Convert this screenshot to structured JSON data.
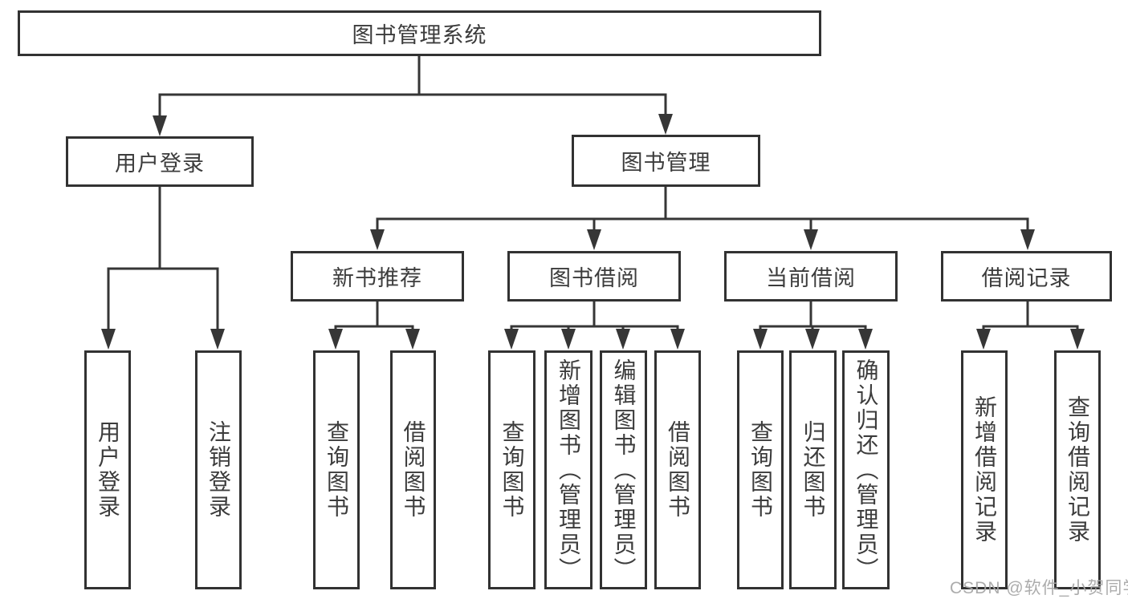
{
  "colors": {
    "background": "#ffffff",
    "box_border": "#323232",
    "connector_line": "#363636",
    "text": "#3c3c3c",
    "watermark_text_color": "#a8a8a8"
  },
  "diagram": {
    "root": {
      "label": "图书管理系统"
    },
    "level1": [
      {
        "label": "用户登录"
      },
      {
        "label": "图书管理"
      }
    ],
    "level2": [
      {
        "label": "新书推荐",
        "parent": "图书管理"
      },
      {
        "label": "图书借阅",
        "parent": "图书管理"
      },
      {
        "label": "当前借阅",
        "parent": "图书管理"
      },
      {
        "label": "借阅记录",
        "parent": "图书管理"
      }
    ],
    "leaves": [
      {
        "label": "用户登录",
        "parent": "用户登录"
      },
      {
        "label": "注销登录",
        "parent": "用户登录"
      },
      {
        "label": "查询图书",
        "parent": "新书推荐"
      },
      {
        "label": "借阅图书",
        "parent": "新书推荐"
      },
      {
        "label": "查询图书",
        "parent": "图书借阅"
      },
      {
        "label": "新增图书（管理员）",
        "parent": "图书借阅"
      },
      {
        "label": "编辑图书（管理员）",
        "parent": "图书借阅"
      },
      {
        "label": "借阅图书",
        "parent": "图书借阅"
      },
      {
        "label": "查询图书",
        "parent": "当前借阅"
      },
      {
        "label": "归还图书",
        "parent": "当前借阅"
      },
      {
        "label": "确认归还（管理员）",
        "parent": "当前借阅"
      },
      {
        "label": "新增借阅记录",
        "parent": "借阅记录"
      },
      {
        "label": "查询借阅记录",
        "parent": "借阅记录"
      }
    ]
  },
  "watermark": {
    "text": "CSDN @软件_小贺同学"
  }
}
